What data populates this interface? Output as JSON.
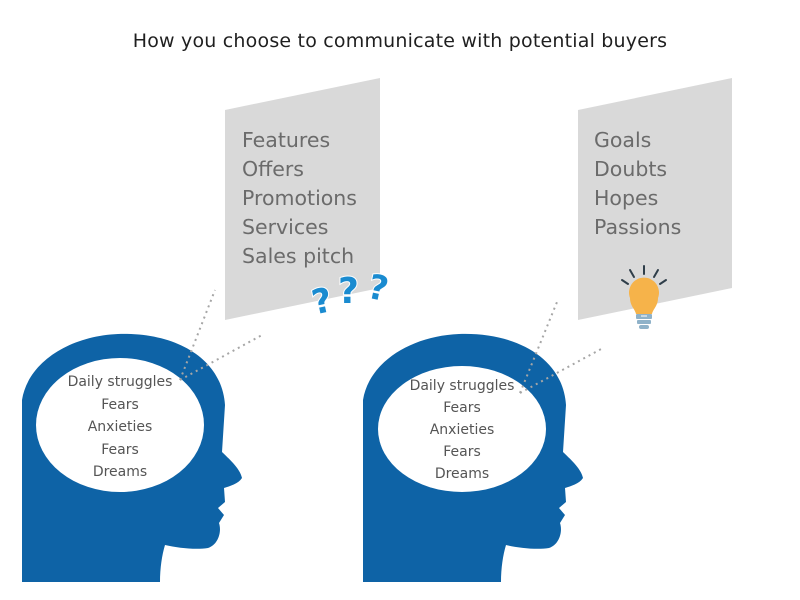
{
  "title": "How you choose to communicate with potential buyers",
  "left": {
    "panel_items": [
      "Features",
      "Offers",
      "Promotions",
      "Services",
      "Sales pitch"
    ],
    "thought_items": [
      "Daily struggles",
      "Fears",
      "Anxieties",
      "Fears",
      "Dreams"
    ],
    "icon": "question-marks-icon"
  },
  "right": {
    "panel_items": [
      "Goals",
      "Doubts",
      "Hopes",
      "Passions"
    ],
    "thought_items": [
      "Daily struggles",
      "Fears",
      "Anxieties",
      "Fears",
      "Dreams"
    ],
    "icon": "light-bulb-icon"
  },
  "colors": {
    "head": "#0e63a6",
    "panel": "#d9d9d9",
    "question": "#1a8bd0",
    "bulb": "#f6b34a",
    "bulb_base": "#8fb2c9",
    "connector": "#a6a6a6"
  }
}
